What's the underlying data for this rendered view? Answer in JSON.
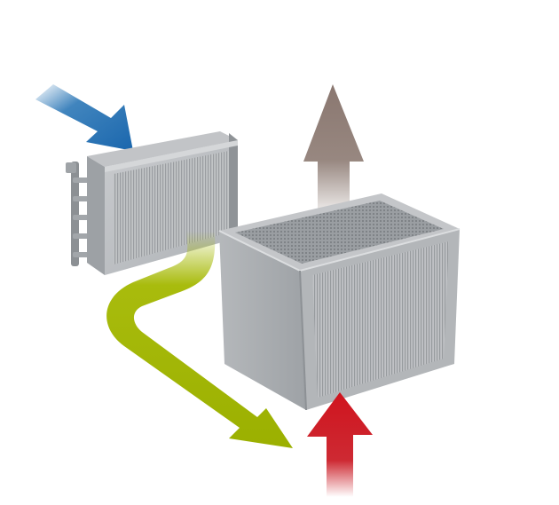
{
  "diagram": {
    "kind": "heat-exchanger-airflow-illustration",
    "components": [
      {
        "id": "coil-heat-exchanger",
        "shape": "flat-finned-coil-with-pipe-manifold"
      },
      {
        "id": "plate-heat-exchanger",
        "shape": "cube-with-finned-faces"
      }
    ],
    "flows": [
      {
        "id": "inlet-flow",
        "color": "#1f6fb2",
        "direction": "into-coil"
      },
      {
        "id": "transfer-flow",
        "color": "#a4b800",
        "direction": "coil-to-bottom"
      },
      {
        "id": "supply-flow",
        "color": "#c8121c",
        "direction": "up-into-cube"
      },
      {
        "id": "exhaust-flow",
        "color": "#8c7a72",
        "direction": "up-out-of-cube"
      }
    ],
    "colors": {
      "metal_light": "#c4c6c9",
      "metal_mid": "#9da1a5",
      "metal_dark": "#7b8085",
      "fin": "#a9adb1",
      "background": "#ffffff"
    }
  }
}
